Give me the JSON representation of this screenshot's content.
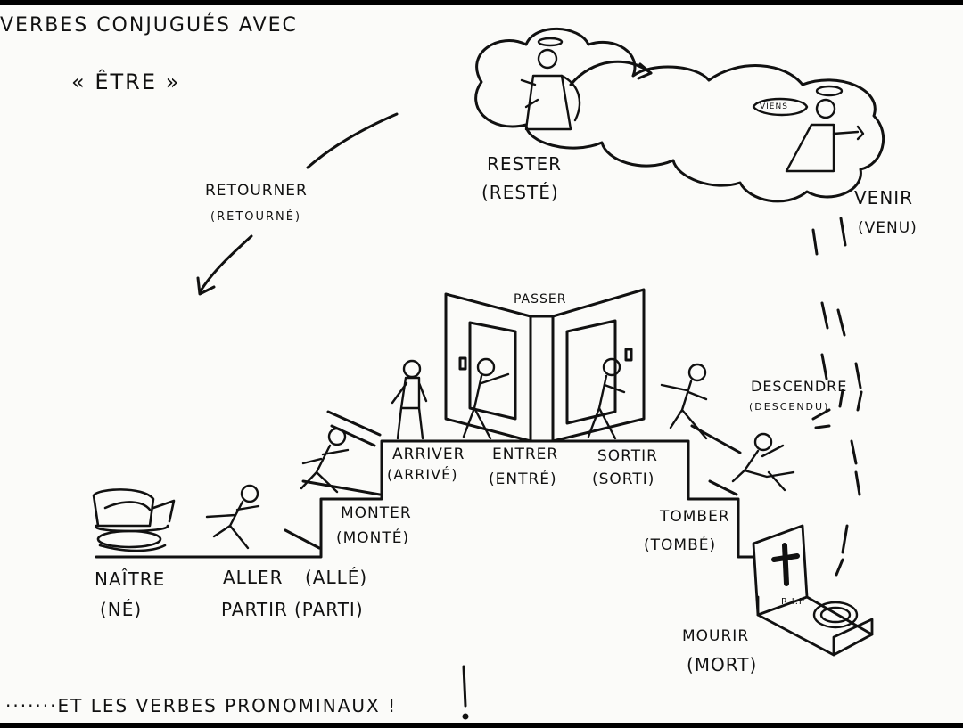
{
  "title": {
    "line1": "VERBES CONJUGUÉS AVEC",
    "line2": "« ÊTRE »"
  },
  "verbs": {
    "retourner": {
      "verb": "RETOURNER",
      "participle": "(RETOURNÉ)"
    },
    "rester": {
      "verb": "RESTER",
      "participle": "(RESTÉ)"
    },
    "venir": {
      "verb": "VENIR",
      "participle": "(VENU)"
    },
    "passer": {
      "verb": "PASSER"
    },
    "arriver": {
      "verb": "ARRIVER",
      "participle": "(ARRIVÉ)"
    },
    "entrer": {
      "verb": "ENTRER",
      "participle": "(ENTRÉ)"
    },
    "sortir": {
      "verb": "SORTIR",
      "participle": "(SORTI)"
    },
    "monter": {
      "verb": "MONTER",
      "participle": "(MONTÉ)"
    },
    "descendre": {
      "verb": "DESCENDRE",
      "participle": "(DESCENDU)"
    },
    "tomber": {
      "verb": "TOMBER",
      "participle": "(TOMBÉ)"
    },
    "naitre": {
      "verb": "NAÎTRE",
      "participle": "(NÉ)"
    },
    "aller": {
      "verb": "ALLER",
      "participle": "(ALLÉ)"
    },
    "partir": {
      "verb": "PARTIR",
      "participle": "(PARTI)"
    },
    "mourir": {
      "verb": "MOURIR",
      "participle": "(MORT)"
    }
  },
  "speech_bubble": "VIENS",
  "tombstone_text": "R.I.P",
  "footer": "·······ET LES VERBES PRONOMINAUX !",
  "colors": {
    "ink": "#111111",
    "paper": "#fbfbf9",
    "frame": "#000000"
  },
  "icons": [
    "cloud-icon",
    "angel-icon",
    "baby-carriage-icon",
    "running-man-icon",
    "door-icon",
    "tombstone-icon",
    "cross-icon",
    "wreath-icon",
    "arrow-icon"
  ]
}
